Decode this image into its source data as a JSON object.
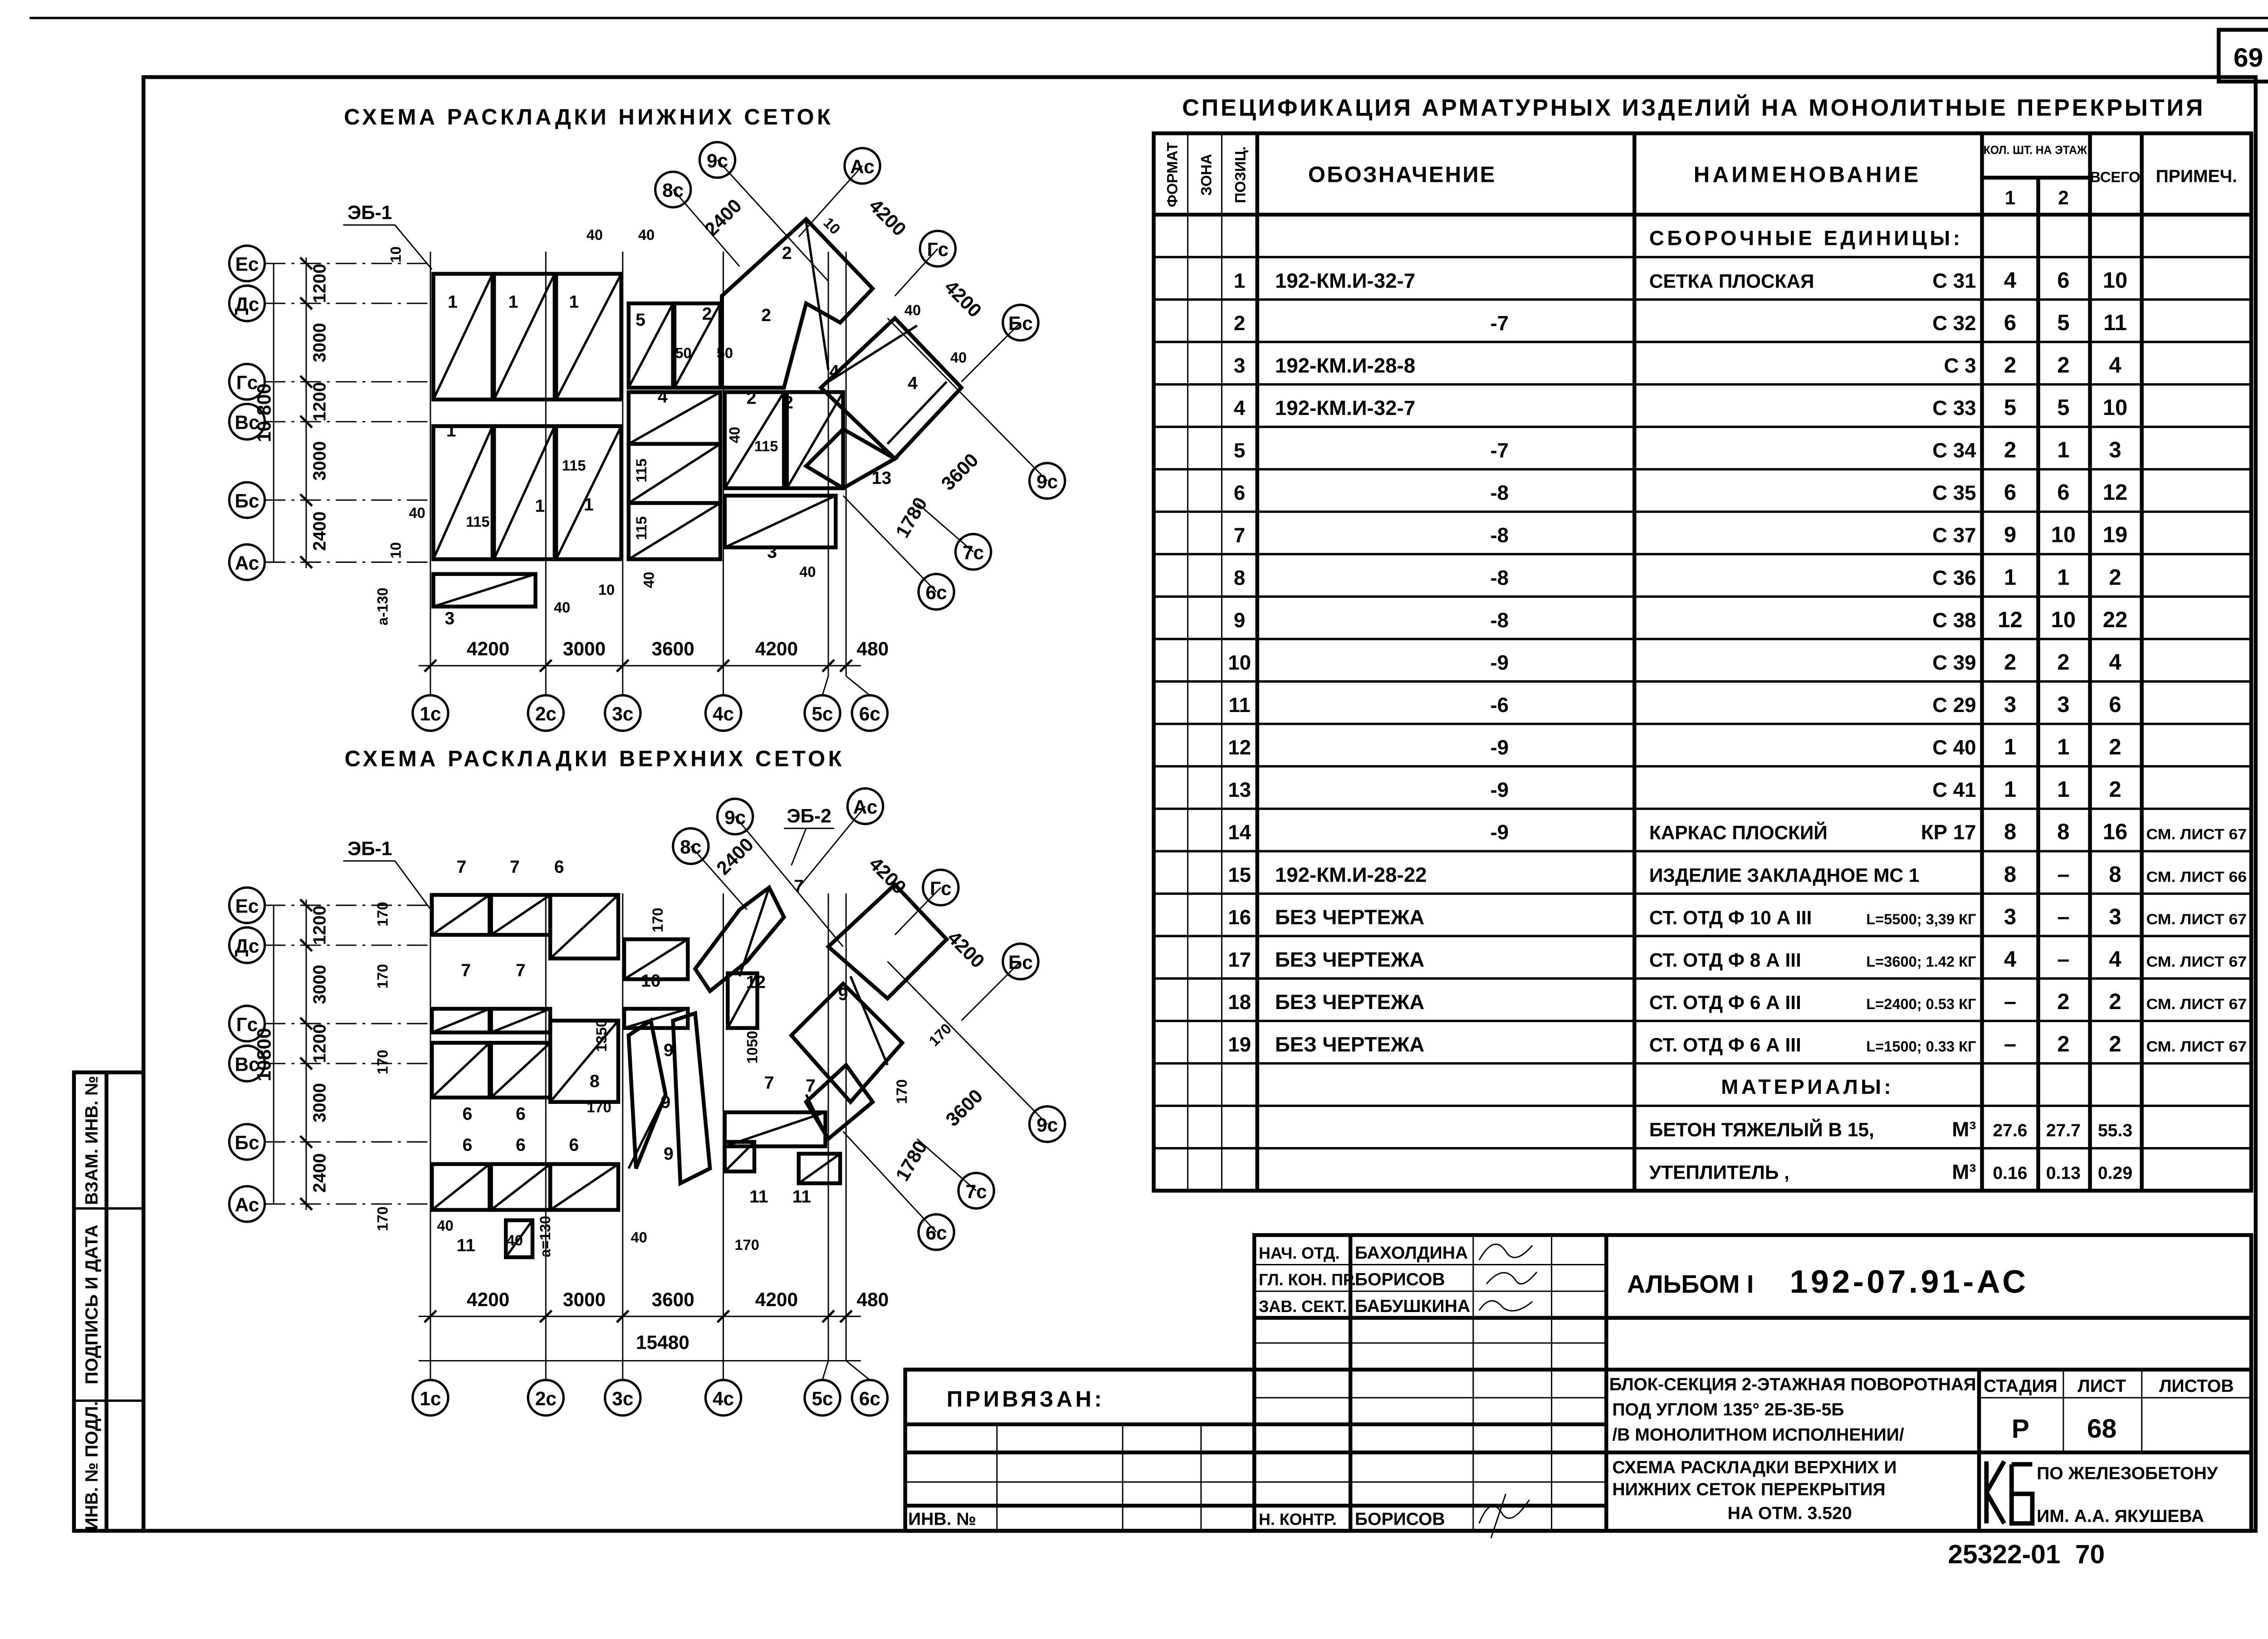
{
  "sheet": {
    "page_number": "69",
    "archive_code": "25322-01",
    "archive_page": "70"
  },
  "side_stamp": {
    "inv_podl": "ИНВ. № ПОДЛ.",
    "signature_date": "ПОДПИСЬ И ДАТА",
    "replace_inv": "ВЗАМ. ИНВ. №"
  },
  "lower_meshes_scheme": {
    "title": "СХЕМА РАСКЛАДКИ НИЖНИХ СЕТОК",
    "embed_label": "ЭБ-1",
    "row_axes": [
      "Ес",
      "Дс",
      "Гс",
      "Вс",
      "Бс",
      "Ас"
    ],
    "col_axes": [
      "1с",
      "2с",
      "3с",
      "4с",
      "5с",
      "6с"
    ],
    "wing_axes": [
      "8с",
      "9с",
      "Ас",
      "Гс",
      "Бс",
      "9с",
      "7с",
      "6с"
    ],
    "row_dims": [
      "1200",
      "3000",
      "1200",
      "3000",
      "2400"
    ],
    "total_row_dim": "10 800",
    "col_dims": [
      "4200",
      "3000",
      "3600",
      "4200",
      "480"
    ],
    "wing_dims": [
      "2400",
      "4200",
      "4200",
      "3600",
      "1780"
    ],
    "mesh_marks": [
      "1",
      "1",
      "1",
      "1",
      "1",
      "1",
      "5",
      "2",
      "2",
      "4",
      "2",
      "2",
      "4",
      "4",
      "2",
      "3",
      "3",
      "13"
    ],
    "small_dims": [
      "10",
      "40",
      "40",
      "10",
      "a-130",
      "40",
      "115",
      "115",
      "115",
      "115",
      "115",
      "50",
      "50",
      "40",
      "40",
      "10",
      "40",
      "40",
      "10",
      "40",
      "40"
    ]
  },
  "upper_meshes_scheme": {
    "title": "СХЕМА РАСКЛАДКИ ВЕРХНИХ СЕТОК",
    "embed_label": "ЭБ-1",
    "embed_label_2": "ЭБ-2",
    "row_axes": [
      "Ес",
      "Дс",
      "Гс",
      "Вс",
      "Бс",
      "Ас"
    ],
    "col_axes": [
      "1с",
      "2с",
      "3с",
      "4с",
      "5с",
      "6с"
    ],
    "wing_axes": [
      "8с",
      "9с",
      "Ас",
      "Гс",
      "Бс",
      "9с",
      "7с",
      "6с"
    ],
    "row_dims": [
      "1200",
      "3000",
      "1200",
      "3000",
      "2400"
    ],
    "total_row_dim": "10800",
    "col_dims": [
      "4200",
      "3000",
      "3600",
      "4200",
      "480"
    ],
    "total_col_dim": "15480",
    "wing_dims": [
      "2400",
      "4200",
      "4200",
      "3600",
      "1780"
    ],
    "mesh_marks": [
      "7",
      "7",
      "6",
      "7",
      "7",
      "6",
      "6",
      "8",
      "6",
      "6",
      "6",
      "10",
      "9",
      "9",
      "9",
      "12",
      "9",
      "7",
      "7",
      "11",
      "11",
      "11",
      "7"
    ],
    "small_dims": [
      "170",
      "170",
      "170",
      "170",
      "170",
      "1350",
      "1050",
      "170",
      "40",
      "40",
      "40",
      "a=130",
      "170",
      "170",
      "170"
    ]
  },
  "spec": {
    "title": "СПЕЦИФИКАЦИЯ АРМАТУРНЫХ ИЗДЕЛИЙ НА МОНОЛИТНЫЕ ПЕРЕКРЫТИЯ",
    "headers": {
      "format": "ФОРМАТ",
      "zone": "ЗОНА",
      "pos": "ПОЗИЦ.",
      "designation": "ОБОЗНАЧЕНИЕ",
      "name": "НАИМЕНОВАНИЕ",
      "qty": "КОЛ. ШТ. НА ЭТАЖ",
      "floor1": "1",
      "floor2": "2",
      "total": "ВСЕГО",
      "note": "ПРИМЕЧ."
    },
    "rows": [
      {
        "section": "СБОРОЧНЫЕ ЕДИНИЦЫ:"
      },
      {
        "pos": "1",
        "designation": "192-КМ.И-32-7",
        "name": "СЕТКА ПЛОСКАЯ",
        "mark": "С 31",
        "q1": "4",
        "q2": "6",
        "total": "10",
        "note": ""
      },
      {
        "pos": "2",
        "designation": "-7",
        "name": "",
        "mark": "С 32",
        "q1": "6",
        "q2": "5",
        "total": "11",
        "note": ""
      },
      {
        "pos": "3",
        "designation": "192-КМ.И-28-8",
        "name": "",
        "mark": "С 3",
        "q1": "2",
        "q2": "2",
        "total": "4",
        "note": ""
      },
      {
        "pos": "4",
        "designation": "192-КМ.И-32-7",
        "name": "",
        "mark": "С 33",
        "q1": "5",
        "q2": "5",
        "total": "10",
        "note": ""
      },
      {
        "pos": "5",
        "designation": "-7",
        "name": "",
        "mark": "С 34",
        "q1": "2",
        "q2": "1",
        "total": "3",
        "note": ""
      },
      {
        "pos": "6",
        "designation": "-8",
        "name": "",
        "mark": "С 35",
        "q1": "6",
        "q2": "6",
        "total": "12",
        "note": ""
      },
      {
        "pos": "7",
        "designation": "-8",
        "name": "",
        "mark": "С 37",
        "q1": "9",
        "q2": "10",
        "total": "19",
        "note": ""
      },
      {
        "pos": "8",
        "designation": "-8",
        "name": "",
        "mark": "С 36",
        "q1": "1",
        "q2": "1",
        "total": "2",
        "note": ""
      },
      {
        "pos": "9",
        "designation": "-8",
        "name": "",
        "mark": "С 38",
        "q1": "12",
        "q2": "10",
        "total": "22",
        "note": ""
      },
      {
        "pos": "10",
        "designation": "-9",
        "name": "",
        "mark": "С 39",
        "q1": "2",
        "q2": "2",
        "total": "4",
        "note": ""
      },
      {
        "pos": "11",
        "designation": "-6",
        "name": "",
        "mark": "С 29",
        "q1": "3",
        "q2": "3",
        "total": "6",
        "note": ""
      },
      {
        "pos": "12",
        "designation": "-9",
        "name": "",
        "mark": "С 40",
        "q1": "1",
        "q2": "1",
        "total": "2",
        "note": ""
      },
      {
        "pos": "13",
        "designation": "-9",
        "name": "",
        "mark": "С 41",
        "q1": "1",
        "q2": "1",
        "total": "2",
        "note": ""
      },
      {
        "pos": "14",
        "designation": "-9",
        "name": "КАРКАС ПЛОСКИЙ",
        "mark": "КР 17",
        "q1": "8",
        "q2": "8",
        "total": "16",
        "note": "СМ. ЛИСТ 67"
      },
      {
        "pos": "15",
        "designation": "192-КМ.И-28-22",
        "name": "ИЗДЕЛИЕ ЗАКЛАДНОЕ МС 1",
        "mark": "",
        "q1": "8",
        "q2": "–",
        "total": "8",
        "note": "СМ. ЛИСТ 66"
      },
      {
        "pos": "16",
        "designation": "БЕЗ ЧЕРТЕЖА",
        "name": "СТ. ОТД Ф 10 А III",
        "mark": "L=5500; 3,39 КГ",
        "q1": "3",
        "q2": "–",
        "total": "3",
        "note": "СМ. ЛИСТ 67"
      },
      {
        "pos": "17",
        "designation": "БЕЗ ЧЕРТЕЖА",
        "name": "СТ. ОТД Ф 8 А III",
        "mark": "L=3600; 1.42 КГ",
        "q1": "4",
        "q2": "–",
        "total": "4",
        "note": "СМ. ЛИСТ 67"
      },
      {
        "pos": "18",
        "designation": "БЕЗ ЧЕРТЕЖА",
        "name": "СТ. ОТД Ф 6 А III",
        "mark": "L=2400; 0.53 КГ",
        "q1": "–",
        "q2": "2",
        "total": "2",
        "note": "СМ. ЛИСТ 67"
      },
      {
        "pos": "19",
        "designation": "БЕЗ ЧЕРТЕЖА",
        "name": "СТ. ОТД Ф 6 А III",
        "mark": "L=1500; 0.33 КГ",
        "q1": "–",
        "q2": "2",
        "total": "2",
        "note": "СМ. ЛИСТ 67"
      },
      {
        "section": "МАТЕРИАЛЫ:"
      },
      {
        "pos": "",
        "designation": "",
        "name": "БЕТОН ТЯЖЕЛЫЙ В 15,",
        "mark": "М³",
        "q1": "27.6",
        "q2": "27.7",
        "total": "55.3",
        "note": ""
      },
      {
        "pos": "",
        "designation": "",
        "name": "УТЕПЛИТЕЛЬ ,",
        "mark": "М³",
        "q1": "0.16",
        "q2": "0.13",
        "total": "0.29",
        "note": ""
      }
    ]
  },
  "title_block": {
    "signers": [
      {
        "role": "НАЧ. ОТД.",
        "name": "БАХОЛДИНА"
      },
      {
        "role": "ГЛ. КОН. ПР.",
        "name": "БОРИСОВ"
      },
      {
        "role": "ЗАВ. СЕКТ.",
        "name": "БАБУШКИНА"
      }
    ],
    "norm_control": {
      "role": "Н. КОНТР.",
      "name": "БОРИСОВ"
    },
    "album": "АЛЬБОМ I",
    "document_code": "192-07.91-АС",
    "tied_to_label": "ПРИВЯЗАН:",
    "inv_label": "ИНВ. №",
    "object_lines": [
      "БЛОК-СЕКЦИЯ 2-ЭТАЖНАЯ ПОВОРОТНАЯ",
      "ПОД УГЛОМ 135° 2Б-3Б-5Б",
      "/В МОНОЛИТНОМ ИСПОЛНЕНИИ/"
    ],
    "sheet_title_lines": [
      "СХЕМА РАСКЛАДКИ ВЕРХНИХ И",
      "НИЖНИХ СЕТОК ПЕРЕКРЫТИЯ",
      "НА ОТМ. 3.520"
    ],
    "stage_label": "СТАДИЯ",
    "sheet_label": "ЛИСТ",
    "sheets_label": "ЛИСТОВ",
    "stage": "Р",
    "sheet": "68",
    "sheets": "",
    "org_logo": "КБ",
    "org_lines": [
      "ПО ЖЕЛЕЗОБЕТОНУ",
      "ИМ. А.А. ЯКУШЕВА"
    ]
  }
}
